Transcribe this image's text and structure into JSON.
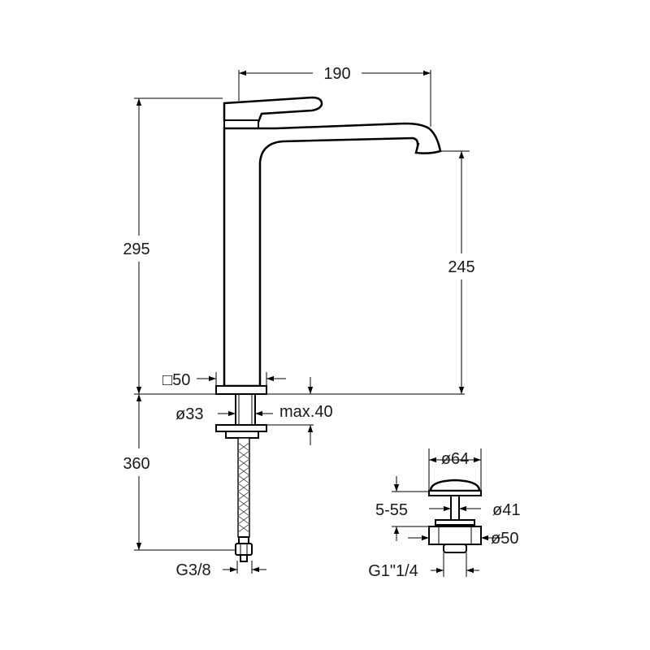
{
  "dimensions": {
    "spout_reach": "190",
    "total_height": "295",
    "spout_height": "245",
    "base_square": "□50",
    "shank_diameter": "ø33",
    "max_thickness": "max.40",
    "hose_length": "360",
    "hose_connection": "G3/8",
    "waste_cap_diameter": "ø64",
    "waste_range": "5-55",
    "waste_body_diameter": "ø41",
    "waste_nut_diameter": "ø50",
    "waste_thread": "G1\"1/4"
  },
  "colors": {
    "line": "#000000",
    "text": "#1a1a1a",
    "background": "#ffffff"
  }
}
